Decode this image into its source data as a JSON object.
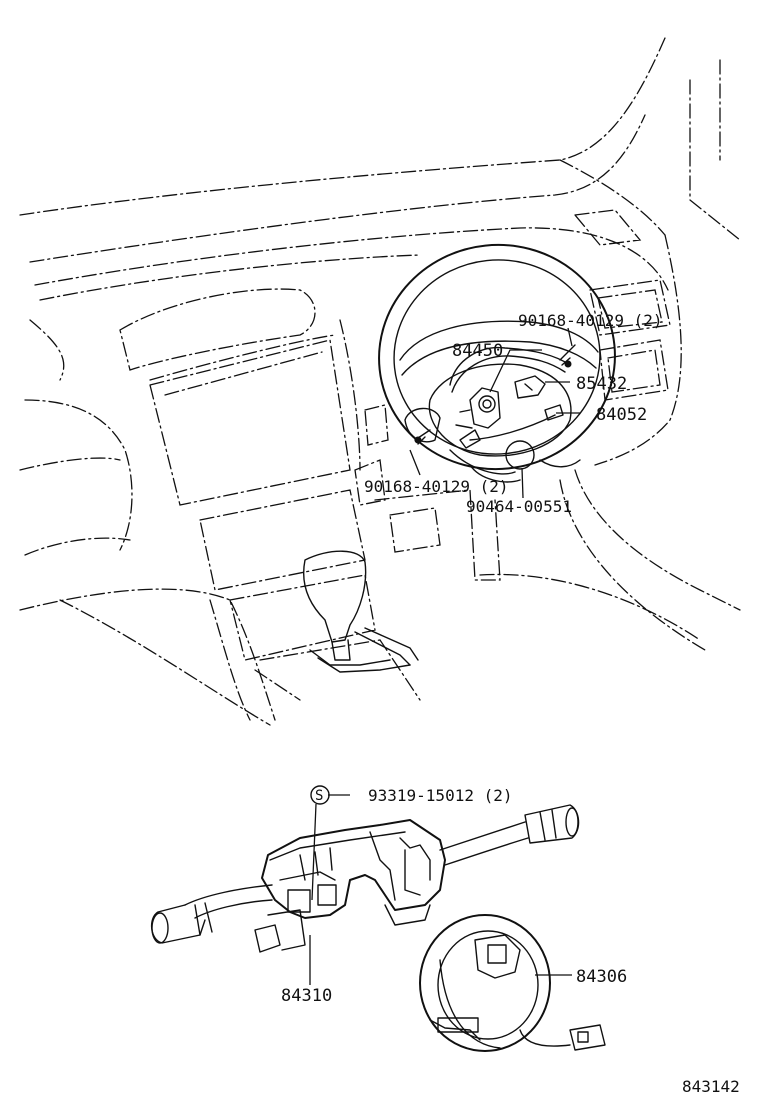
{
  "labels": {
    "p1": "90168-40129 (2)",
    "p2": "84450",
    "p3": "85432",
    "p4": "84052",
    "p5": "90168-40129 (2)",
    "p6": "90464-00551",
    "p7": "93319-15012 (2)",
    "p8": "84310",
    "p9": "84306"
  },
  "symbol_s": "S",
  "figure_number": "843142"
}
